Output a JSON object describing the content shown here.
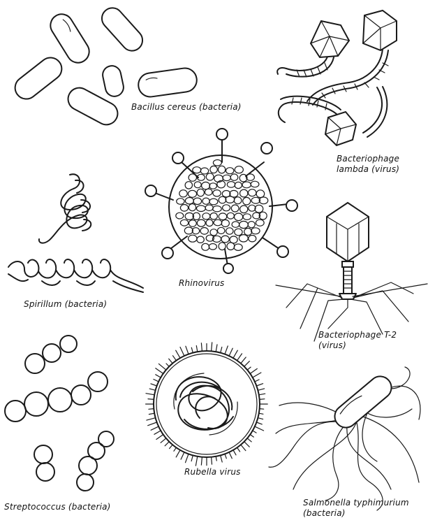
{
  "labels": {
    "bacillus": "Bacillus cereus (bacteria)",
    "lambda_line1": "Bacteriophage",
    "lambda_line2": "lambda (virus)",
    "rhinovirus": "Rhinovirus",
    "spirillum": "Spirillum (bacteria)",
    "t2_line1": "Bacteriophage T-2",
    "t2_line2": "(virus)",
    "streptococcus": "Streptococcus (bacteria)",
    "rubella": "Rubella virus",
    "salmonella_line1": "Salmonella typhimurium",
    "salmonella_line2": "(bacteria)"
  }
}
